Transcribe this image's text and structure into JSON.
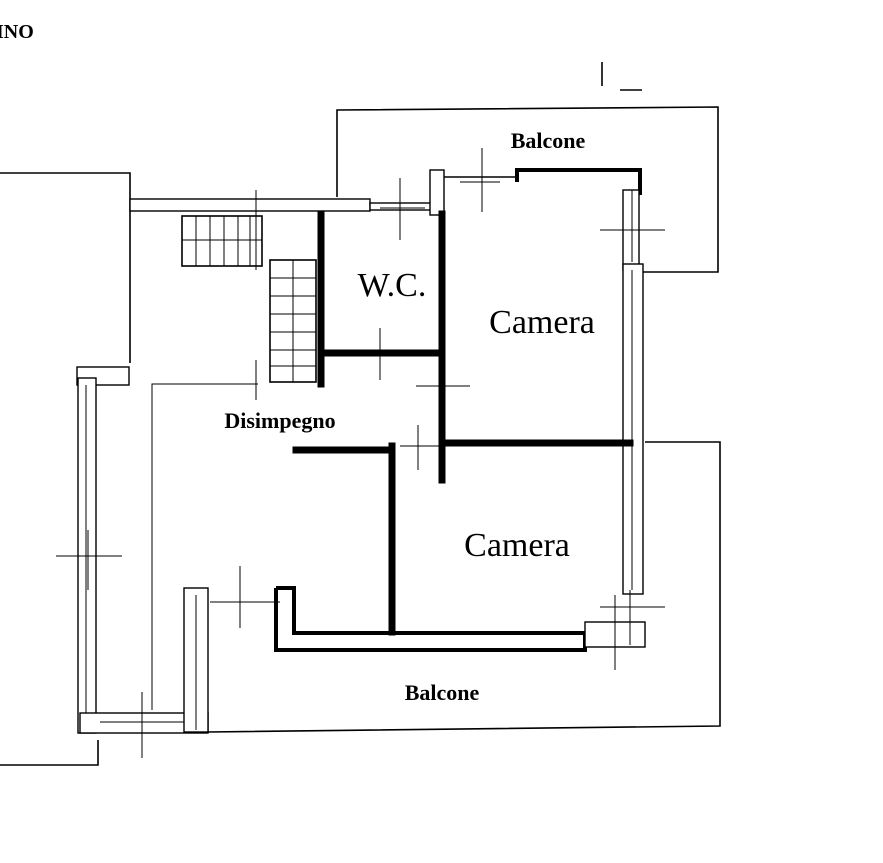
{
  "corner_label": "INO",
  "rooms": {
    "balcone_top": "Balcone",
    "wc": "W.C.",
    "camera_top": "Camera",
    "disimpegno": "Disimpegno",
    "camera_bottom": "Camera",
    "balcone_bottom": "Balcone"
  }
}
